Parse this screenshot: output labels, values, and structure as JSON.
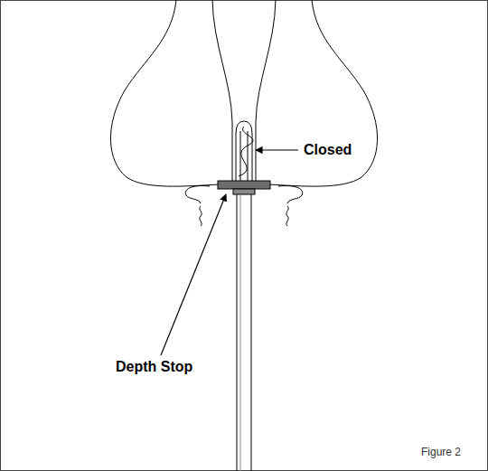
{
  "diagram": {
    "caption": "Figure 2",
    "labels": [
      "Closed",
      "Depth Stop"
    ]
  }
}
